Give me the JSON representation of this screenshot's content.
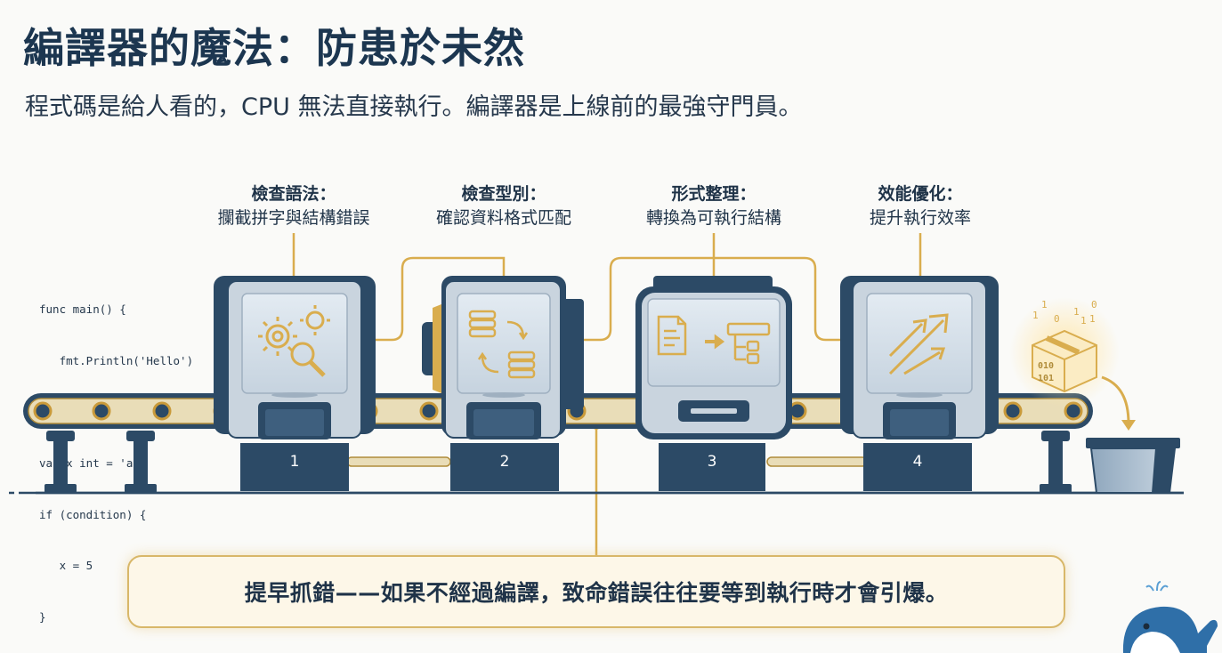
{
  "title": "編譯器的魔法：防患於未然",
  "subtitle": "程式碼是給人看的，CPU 無法直接執行。編譯器是上線前的最強守門員。",
  "code_lines": [
    "func main() {",
    "   fmt.Println('Hello')",
    "}",
    "var x int = 'a'",
    "if (condition) {",
    "   x = 5",
    "}"
  ],
  "stages": [
    {
      "heading": "檢查語法：",
      "desc": "攔截拼字與結構錯誤",
      "number": "1",
      "icon": "gears-magnifier-icon"
    },
    {
      "heading": "檢查型別：",
      "desc": "確認資料格式匹配",
      "number": "2",
      "icon": "data-stacks-swap-icon"
    },
    {
      "heading": "形式整理：",
      "desc": "轉換為可執行結構",
      "number": "3",
      "icon": "document-to-structure-icon"
    },
    {
      "heading": "效能優化：",
      "desc": "提升執行效率",
      "number": "4",
      "icon": "speed-arrows-icon"
    }
  ],
  "output_bits": [
    "1",
    "0",
    "1",
    "1",
    "0",
    "1",
    "1"
  ],
  "box_bits": [
    "010",
    "101"
  ],
  "callout": "提早抓錯——如果不經過編譯，致命錯誤往往要等到執行時才會引爆。",
  "colors": {
    "navy": "#2c4a66",
    "steel": "#c9d4de",
    "gold": "#d9ad4e",
    "callout_bg": "#fdf7e8"
  }
}
